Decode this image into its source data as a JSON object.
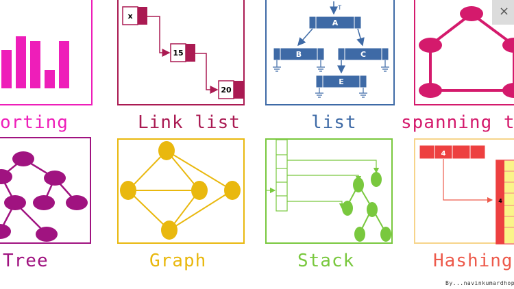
{
  "tiles": [
    {
      "id": "sorting",
      "caption": "orting",
      "color": "#ee1eb9"
    },
    {
      "id": "link-list",
      "caption": "Link list",
      "color": "#aa1a52"
    },
    {
      "id": "list",
      "caption": "list",
      "color": "#3e6aa6"
    },
    {
      "id": "spanning-tree",
      "caption": "spanning t",
      "color": "#d41a6c"
    },
    {
      "id": "tree",
      "caption": "Tree",
      "color": "#a01380"
    },
    {
      "id": "graph",
      "caption": "Graph",
      "color": "#e9b80e"
    },
    {
      "id": "stack",
      "caption": "Stack",
      "color": "#79c83e"
    },
    {
      "id": "hashing",
      "caption": "Hashing",
      "color": "#ed5a4b"
    }
  ],
  "linkList": {
    "nodes": [
      "x",
      "15",
      "20"
    ]
  },
  "list": {
    "nodes": [
      "A",
      "B",
      "C",
      "E"
    ]
  },
  "hashing": {
    "head": "4",
    "bucket": "4"
  },
  "byline": "By...navinkumardhopre",
  "close_label": "×"
}
